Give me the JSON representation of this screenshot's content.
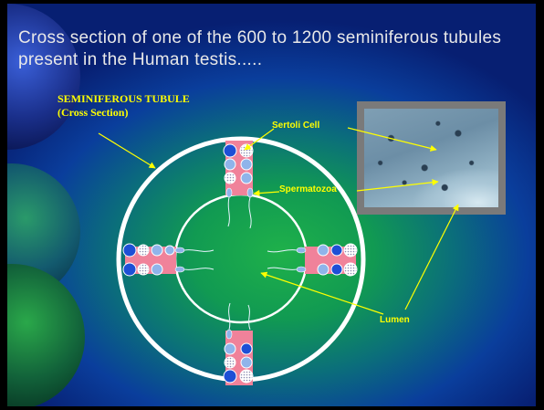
{
  "slide": {
    "title": "Cross section of one of the 600 to 1200 seminiferous tubules present in the Human testis.....",
    "diagram_label_line1": "SEMINIFEROUS TUBULE",
    "diagram_label_line2": "(Cross Section)",
    "labels": {
      "sertoli": "Sertoli Cell",
      "spermatozoa": "Spermatozoa",
      "lumen": "Lumen"
    }
  },
  "colors": {
    "label": "#ffff00",
    "title": "#e8e8e8",
    "sertoli_fill": "#f0829a",
    "ring": "#ffffff",
    "cell_blue": "#1e4fd6",
    "cell_light": "#8fb4ea"
  }
}
